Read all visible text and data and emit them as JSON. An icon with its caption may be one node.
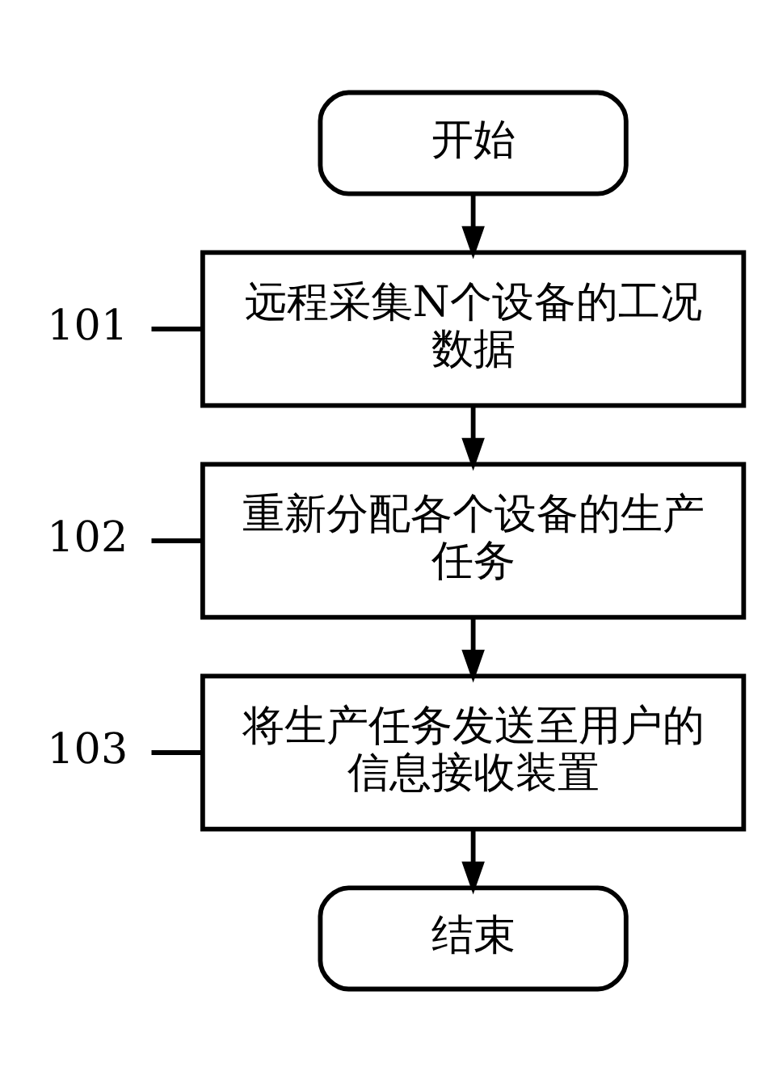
{
  "diagram": {
    "nodes": [
      {
        "text": [
          "开始"
        ]
      },
      {
        "text": [
          "101"
        ]
      },
      {
        "text": [
          "远程采集N个设备的工况数据"
        ]
      },
      {
        "text": [
          "102"
        ]
      },
      {
        "text": [
          "重新分配各个设备的生产任务"
        ]
      },
      {
        "text": [
          "103"
        ]
      },
      {
        "text": [
          "将生产任务发送至用户的信息接收装置"
        ]
      },
      {
        "text": [
          "结束"
        ]
      }
    ],
    "edges": [
      {
        "from": 0,
        "to": 2,
        "arrow": "to"
      },
      {
        "from": 1,
        "to": 2,
        "arrow": "none"
      },
      {
        "from": 2,
        "to": 4,
        "arrow": "to"
      },
      {
        "from": 3,
        "to": 4,
        "arrow": "none"
      },
      {
        "from": 4,
        "to": 6,
        "arrow": "to"
      },
      {
        "from": 5,
        "to": 6,
        "arrow": "none"
      },
      {
        "from": 6,
        "to": 7,
        "arrow": "to"
      }
    ]
  }
}
